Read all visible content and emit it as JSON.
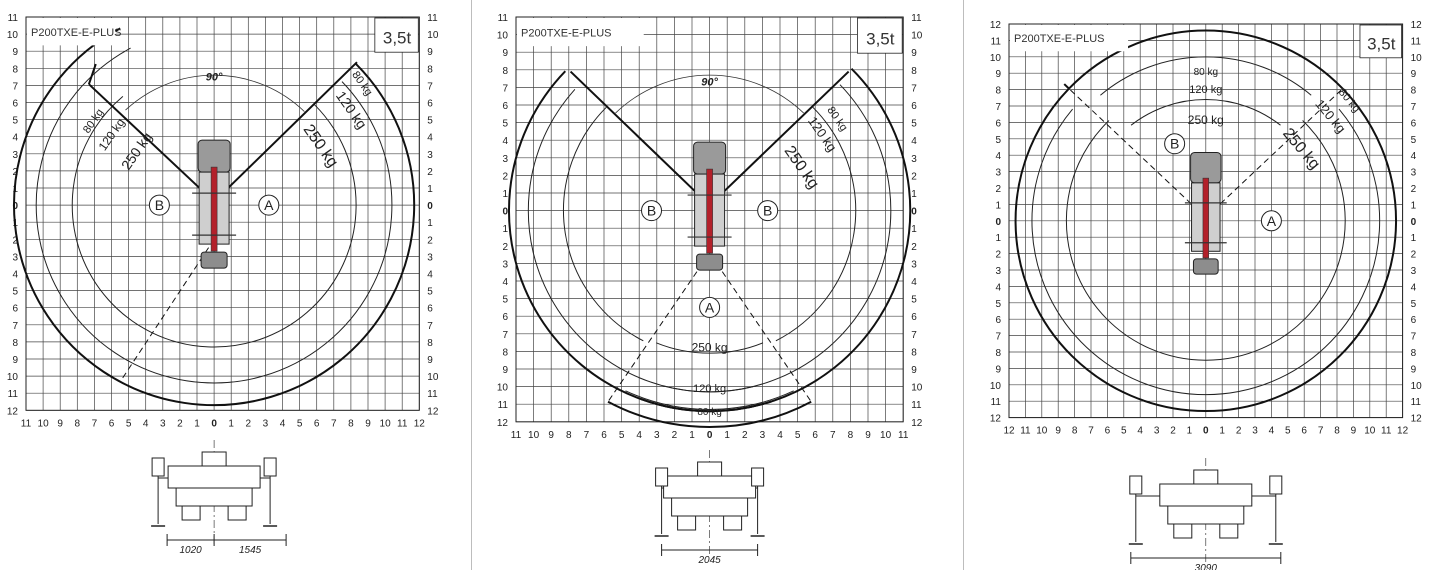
{
  "panels": [
    {
      "model": "P200TXE-E-PLUS",
      "capacity": "3,5t",
      "y_labels_top_to_bottom": [
        "11",
        "10",
        "9",
        "8",
        "7",
        "6",
        "5",
        "4",
        "3",
        "2",
        "1",
        "0",
        "1",
        "2",
        "3",
        "4",
        "5",
        "6",
        "7",
        "8",
        "9",
        "10",
        "11",
        "12"
      ],
      "x_labels_left_to_right": [
        "11",
        "10",
        "9",
        "8",
        "7",
        "6",
        "5",
        "4",
        "3",
        "2",
        "1",
        "0",
        "1",
        "2",
        "3",
        "4",
        "5",
        "6",
        "7",
        "8",
        "9",
        "10",
        "11",
        "12"
      ],
      "angle_label": "90°",
      "zone_labels": [
        "B",
        "A"
      ],
      "load_labels": [
        "80 kg",
        "120 kg",
        "250 kg",
        "80 kg",
        "120 kg",
        "250 kg"
      ],
      "dimensions": [
        "1020",
        "1545"
      ]
    },
    {
      "model": "P200TXE-E-PLUS",
      "capacity": "3,5t",
      "y_labels_top_to_bottom": [
        "11",
        "10",
        "9",
        "8",
        "7",
        "6",
        "5",
        "4",
        "3",
        "2",
        "1",
        "0",
        "1",
        "2",
        "3",
        "4",
        "5",
        "6",
        "7",
        "8",
        "9",
        "10",
        "11",
        "12"
      ],
      "x_labels_left_to_right": [
        "11",
        "10",
        "9",
        "8",
        "7",
        "6",
        "5",
        "4",
        "3",
        "2",
        "1",
        "0",
        "1",
        "2",
        "3",
        "4",
        "5",
        "6",
        "7",
        "8",
        "9",
        "10",
        "11"
      ],
      "angle_label": "90°",
      "zone_labels": [
        "B",
        "B",
        "A"
      ],
      "load_labels": [
        "80 kg",
        "120 kg",
        "250 kg",
        "250 kg",
        "120 kg",
        "80 kg"
      ],
      "dimensions": [
        "2045"
      ]
    },
    {
      "model": "P200TXE-E-PLUS",
      "capacity": "3,5t",
      "y_labels_top_to_bottom": [
        "12",
        "11",
        "10",
        "9",
        "8",
        "7",
        "6",
        "5",
        "4",
        "3",
        "2",
        "1",
        "0",
        "1",
        "2",
        "3",
        "4",
        "5",
        "6",
        "7",
        "8",
        "9",
        "10",
        "11",
        "12"
      ],
      "x_labels_left_to_right": [
        "12",
        "11",
        "10",
        "9",
        "8",
        "7",
        "6",
        "5",
        "4",
        "3",
        "2",
        "1",
        "0",
        "1",
        "2",
        "3",
        "4",
        "5",
        "6",
        "7",
        "8",
        "9",
        "10",
        "11",
        "12"
      ],
      "zone_labels": [
        "B",
        "A"
      ],
      "load_labels": [
        "80 kg",
        "120 kg",
        "250 kg",
        "80 kg",
        "120 kg",
        "250 kg"
      ],
      "dimensions": [
        "3090"
      ]
    }
  ]
}
